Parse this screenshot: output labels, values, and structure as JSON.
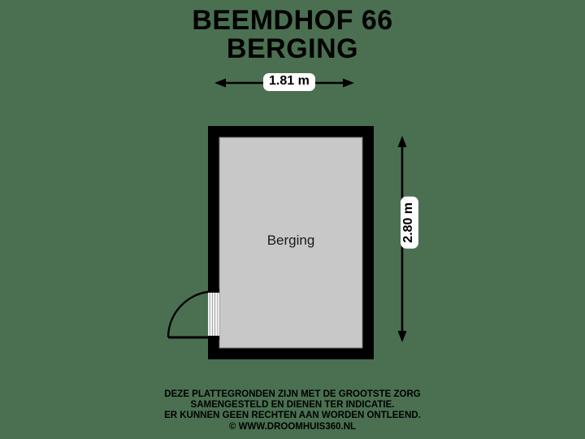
{
  "background_color": "#4a7051",
  "title": {
    "line1": "BEEMDHOF 66",
    "line2": "BERGING"
  },
  "plan": {
    "room_label": "Berging",
    "wall_color": "#000000",
    "floor_color": "#c8c8c8",
    "door_color": "#ffffff",
    "dimension_color": "#000000"
  },
  "dimensions": {
    "width": "1.81 m",
    "height": "2.80 m"
  },
  "footer": {
    "line1": "DEZE PLATTEGRONDEN ZIJN MET DE GROOTSTE ZORG",
    "line2": "SAMENGESTELD EN DIENEN TER INDICATIE.",
    "line3": "ER KUNNEN GEEN RECHTEN AAN WORDEN ONTLEEND.",
    "line4": "© WWW.DROOMHUIS360.NL"
  },
  "icons": {
    "arrow_left": "arrow-left-icon",
    "arrow_right": "arrow-right-icon",
    "arrow_up": "arrow-up-icon",
    "arrow_down": "arrow-down-icon",
    "door_swing": "door-swing-icon",
    "copyright": "copyright-icon"
  }
}
